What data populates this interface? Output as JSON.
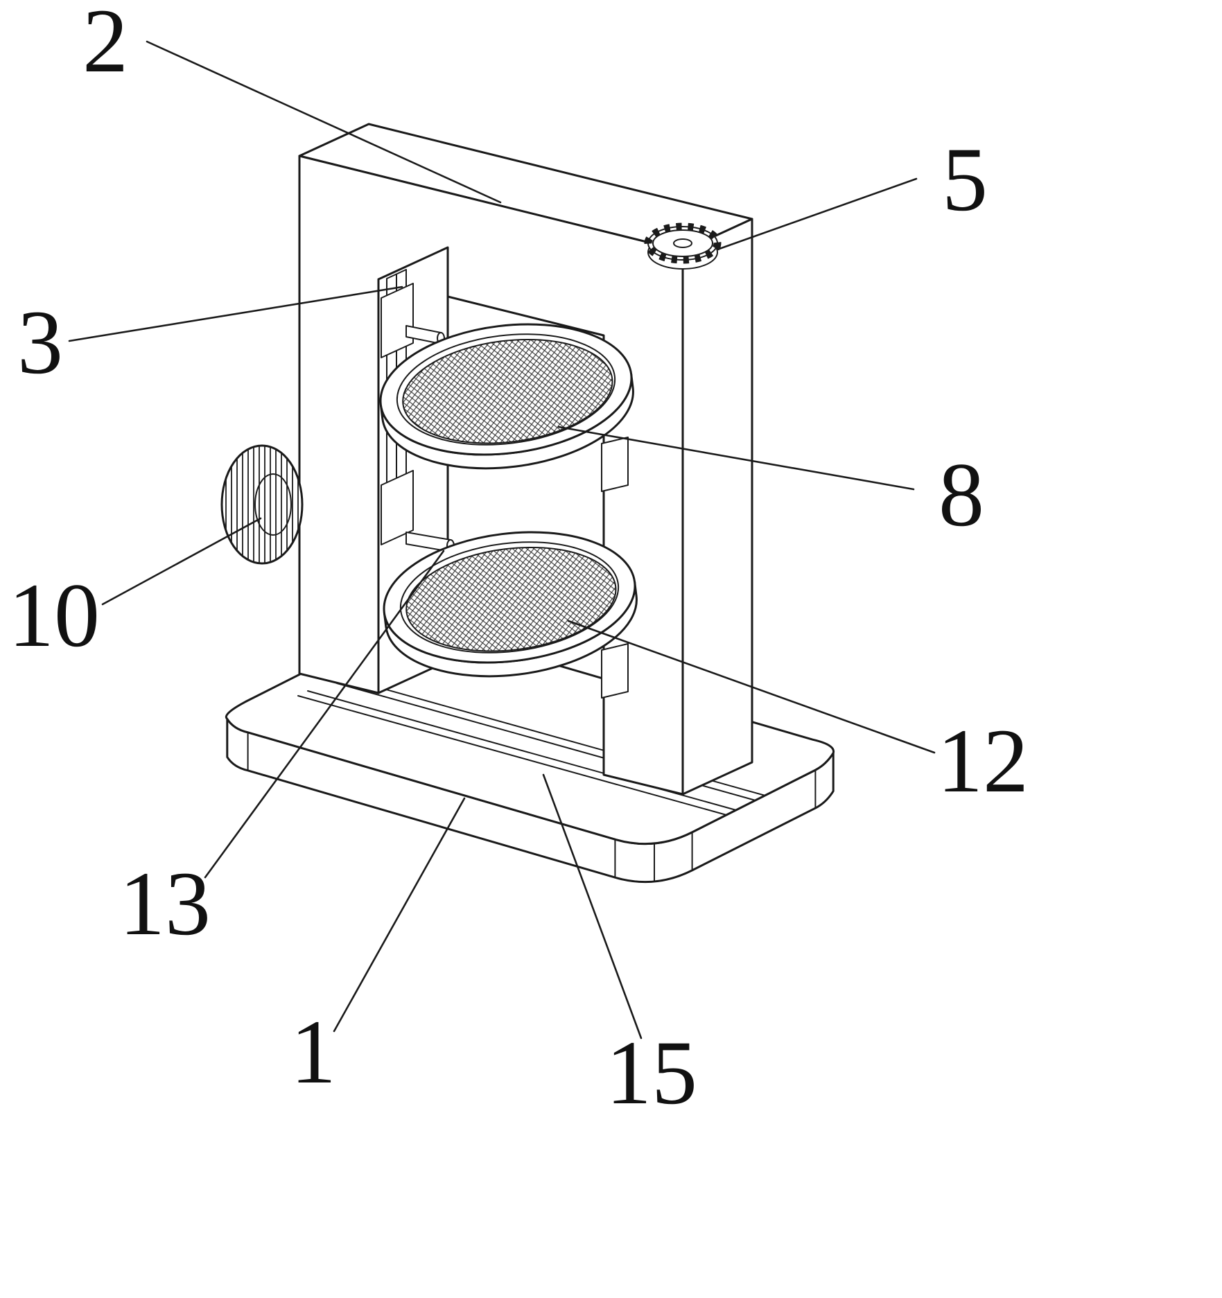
{
  "figure": {
    "kind": "patent-technical-drawing",
    "background": "#ffffff",
    "line_color": "#1a1a1a",
    "labels": [
      {
        "id": "2",
        "text": "2"
      },
      {
        "id": "5",
        "text": "5"
      },
      {
        "id": "3",
        "text": "3"
      },
      {
        "id": "8",
        "text": "8"
      },
      {
        "id": "10",
        "text": "10"
      },
      {
        "id": "12",
        "text": "12"
      },
      {
        "id": "13",
        "text": "13"
      },
      {
        "id": "1",
        "text": "1"
      },
      {
        "id": "15",
        "text": "15"
      }
    ]
  }
}
